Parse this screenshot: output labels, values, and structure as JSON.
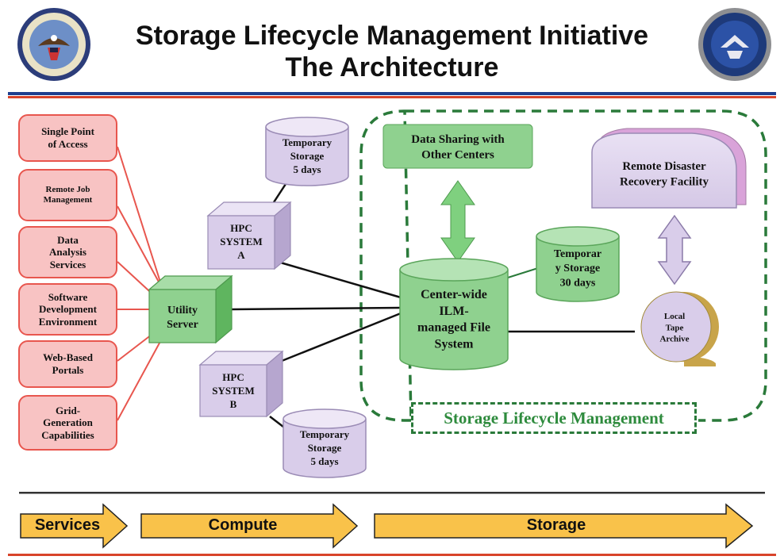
{
  "title": {
    "line1": "Storage Lifecycle Management Initiative",
    "line2": "The Architecture"
  },
  "logos": {
    "left": "department-of-defense-seal",
    "right": "program-seal"
  },
  "services": [
    "Single Point\nof Access",
    "Remote Job\nManagement",
    "Data\nAnalysis\nServices",
    "Software\nDevelopment\nEnvironment",
    "Web-Based\nPortals",
    "Grid-\nGeneration\nCapabilities"
  ],
  "utility_server": "Utility\nServer",
  "hpc_a": "HPC\nSYSTEM\nA",
  "hpc_b": "HPC\nSYSTEM\nB",
  "temp_storage_a": "Temporary\nStorage\n5 days",
  "temp_storage_b": "Temporary\nStorage\n5 days",
  "ilm_file_system": "Center-wide\nILM-\nmanaged File\nSystem",
  "temp_storage_30": "Temporar\ny Storage\n30 days",
  "data_sharing": "Data Sharing with\nOther Centers",
  "remote_disaster": "Remote Disaster\nRecovery Facility",
  "local_tape": "Local\nTape\nArchive",
  "slm_label": "Storage Lifecycle Management",
  "bottom_arrows": {
    "services": "Services",
    "compute": "Compute",
    "storage": "Storage"
  },
  "colors": {
    "service_fill": "#f8c3c3",
    "service_border": "#e8564e",
    "green": "#8fd18f",
    "lavender": "#d9cdea",
    "arrow_yellow": "#f9c24a",
    "slm_green": "#2a7a3a",
    "rule_blue": "#1f3f8f",
    "rule_red": "#d8442a"
  }
}
